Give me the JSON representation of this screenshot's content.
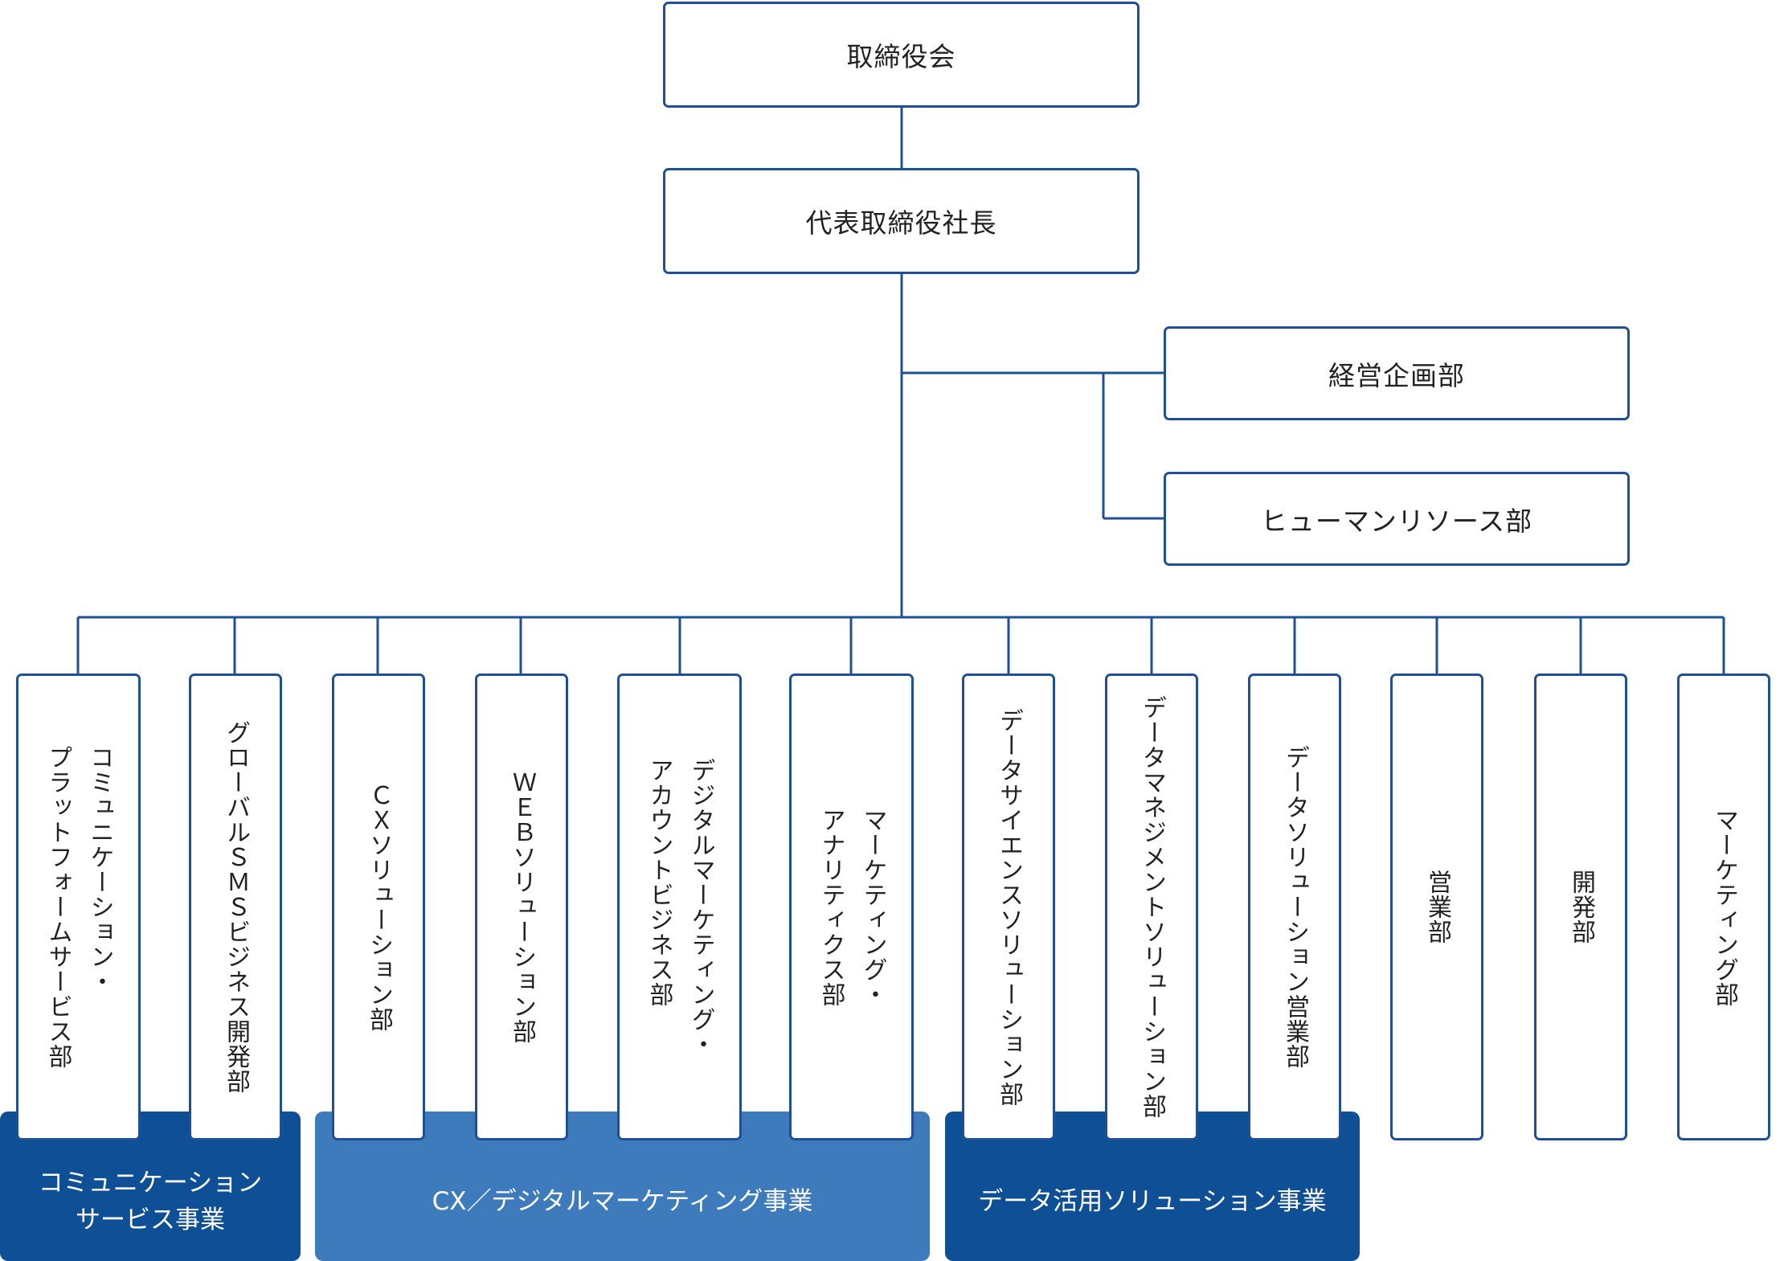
{
  "top_nodes": {
    "board": "取締役会",
    "president": "代表取締役社長"
  },
  "staff": {
    "corporate_planning": "経営企画部",
    "human_resources": "ヒューマンリソース部"
  },
  "departments": [
    "コミュニケーション・\nプラットフォームサービス部",
    "グローバルＳＭＳビジネス開発部",
    "ＣＸソリューション部",
    "ＷＥＢソリューション部",
    "デジタルマーケティング・\nアカウントビジネス部",
    "マーケティング・\nアナリティクス部",
    "データサイエンスソリューション部",
    "データマネジメントソリューション部",
    "データソリューション営業部",
    "営業部",
    "開発部",
    "マーケティング部"
  ],
  "business_units": [
    {
      "label": "コミュニケーション\nサービス事業",
      "color": "#0e4f95"
    },
    {
      "label": "CX／デジタルマーケティング事業",
      "color": "#3d7bbc"
    },
    {
      "label": "データ活用ソリューション事業",
      "color": "#0e4f95"
    }
  ],
  "colors": {
    "border": "#1f5096",
    "line": "#1f5096"
  }
}
